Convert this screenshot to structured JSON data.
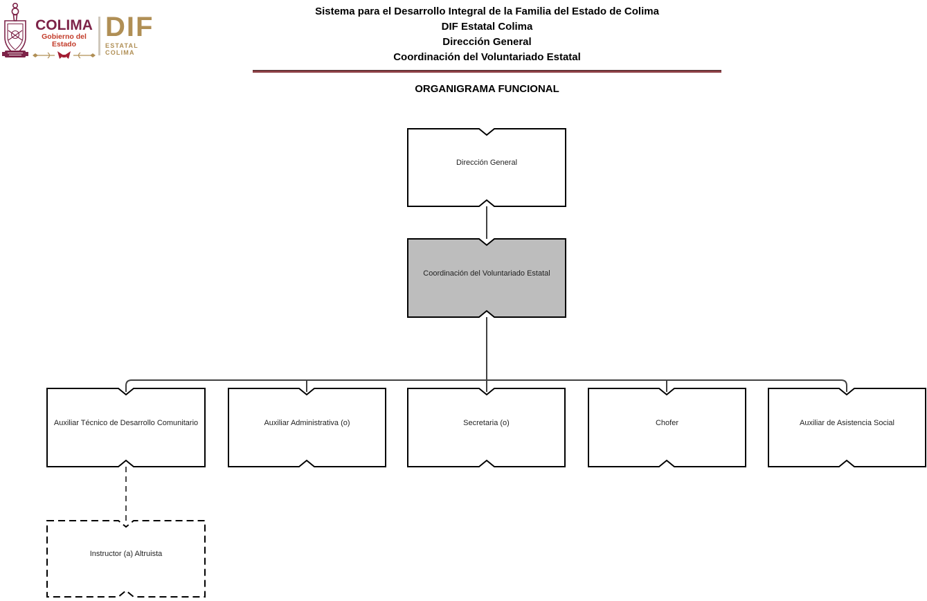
{
  "logo": {
    "crest_icon": "colima-coat-of-arms",
    "colima_title": "COLIMA",
    "colima_subtitle": "Gobierno del Estado",
    "dif_title": "DIF",
    "dif_subtitle": "ESTATAL COLIMA",
    "colima_color": "#7D2348",
    "colima_subtitle_color": "#C23A28",
    "dif_color": "#B08F55"
  },
  "header": {
    "line1": "Sistema para el Desarrollo Integral de la Familia del Estado de Colima",
    "line2": "DIF Estatal Colima",
    "line3": "Dirección General",
    "line4": "Coordinación del Voluntariado Estatal",
    "rule_color": "#8D4045",
    "section_title": "ORGANIGRAMA FUNCIONAL"
  },
  "orgchart": {
    "nodes": [
      {
        "id": "direccion-general",
        "label": "Dirección General",
        "fill": "#FFFFFF",
        "border": "solid",
        "parent": null
      },
      {
        "id": "coordinacion-voluntariado",
        "label": "Coordinación del Voluntariado Estatal",
        "fill": "#BDBDBD",
        "border": "solid",
        "parent": "direccion-general"
      },
      {
        "id": "auxiliar-tecnico-desarrollo",
        "label": "Auxiliar Técnico de Desarrollo Comunitario",
        "fill": "#FFFFFF",
        "border": "solid",
        "parent": "coordinacion-voluntariado"
      },
      {
        "id": "auxiliar-administrativa",
        "label": "Auxiliar Administrativa (o)",
        "fill": "#FFFFFF",
        "border": "solid",
        "parent": "coordinacion-voluntariado"
      },
      {
        "id": "secretaria",
        "label": "Secretaria (o)",
        "fill": "#FFFFFF",
        "border": "solid",
        "parent": "coordinacion-voluntariado"
      },
      {
        "id": "chofer",
        "label": "Chofer",
        "fill": "#FFFFFF",
        "border": "solid",
        "parent": "coordinacion-voluntariado"
      },
      {
        "id": "auxiliar-asistencia-social",
        "label": "Auxiliar de Asistencia Social",
        "fill": "#FFFFFF",
        "border": "solid",
        "parent": "coordinacion-voluntariado"
      },
      {
        "id": "instructor-altruista",
        "label": "Instructor (a) Altruista",
        "fill": "#FFFFFF",
        "border": "dashed",
        "parent": "auxiliar-tecnico-desarrollo"
      }
    ],
    "line_color": "#404040",
    "box_border_color": "#000000"
  }
}
